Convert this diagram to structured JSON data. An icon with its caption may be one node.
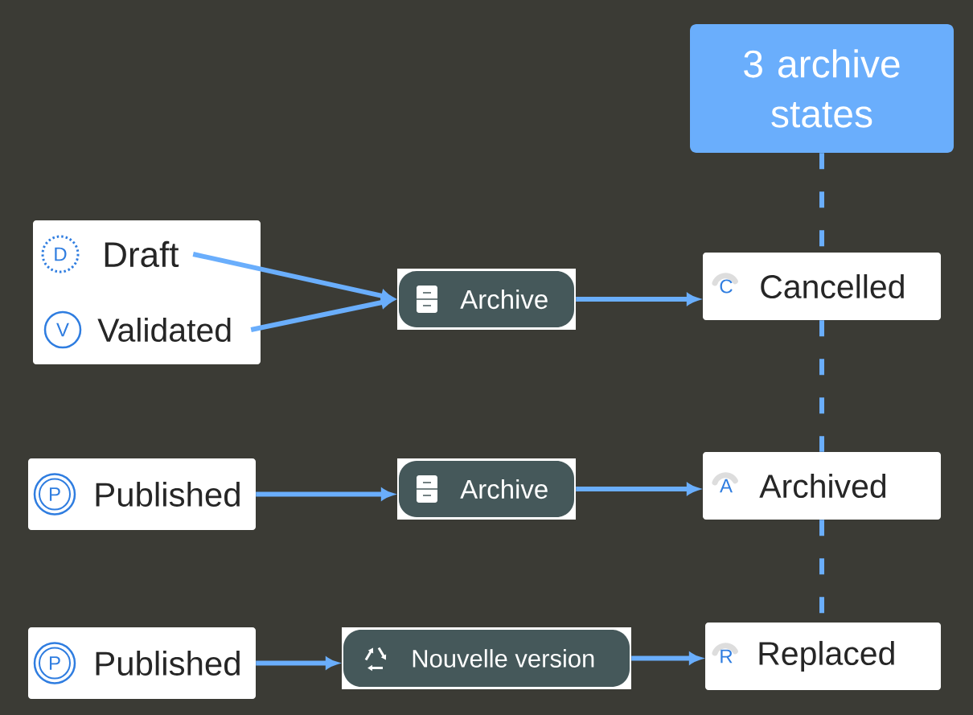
{
  "diagram": {
    "nodes": [
      {
        "text": [
          "3 archive states"
        ]
      },
      {
        "text": [],
        "shape": "box"
      },
      {
        "text": [
          "D",
          "Draft"
        ],
        "in": 1
      },
      {
        "text": [
          "V",
          "Validated"
        ],
        "in": 1
      },
      {
        "text": [
          "Archive"
        ]
      },
      {
        "text": [
          "C",
          "Cancelled"
        ]
      },
      {
        "text": [
          "P",
          "Published"
        ]
      },
      {
        "text": [
          "Archive"
        ]
      },
      {
        "text": [
          "A",
          "Archived"
        ]
      },
      {
        "text": [
          "P",
          "Published"
        ]
      },
      {
        "text": [
          "Nouvelle version"
        ]
      },
      {
        "text": [
          "R",
          "Replaced"
        ]
      }
    ],
    "edges": [
      {
        "from": 2,
        "to": 4,
        "arrow": "to"
      },
      {
        "from": 3,
        "to": 4,
        "arrow": "to"
      },
      {
        "from": 4,
        "to": 5,
        "arrow": "to"
      },
      {
        "from": 6,
        "to": 7,
        "arrow": "to"
      },
      {
        "from": 7,
        "to": 8,
        "arrow": "to"
      },
      {
        "from": 9,
        "to": 10,
        "arrow": "to"
      },
      {
        "from": 10,
        "to": 11,
        "arrow": "to"
      },
      {
        "from": 0,
        "to": 5,
        "arrow": "none",
        "style": "dashed"
      },
      {
        "from": 5,
        "to": 8,
        "arrow": "none",
        "style": "dashed"
      },
      {
        "from": 8,
        "to": 11,
        "arrow": "none",
        "style": "dashed"
      }
    ]
  }
}
